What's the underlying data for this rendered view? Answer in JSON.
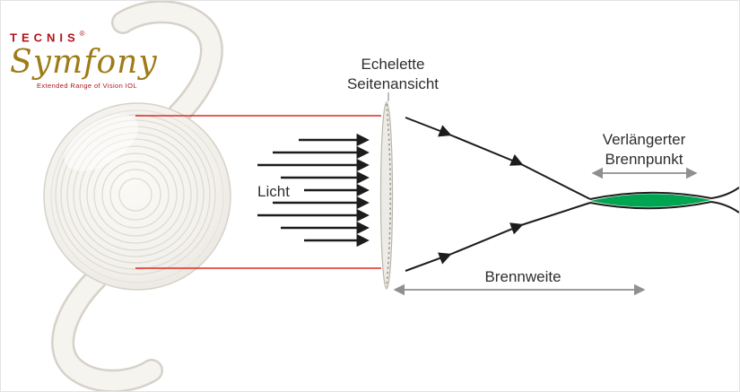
{
  "logo": {
    "brand": "TECNIS",
    "registered": "®",
    "product": "Symfony",
    "tagline": "Extended Range of Vision IOL"
  },
  "labels": {
    "echelette": {
      "line1": "Echelette",
      "line2": "Seitenansicht"
    },
    "light": "Licht",
    "extended_focus": {
      "line1": "Verlängerter",
      "line2": "Brennpunkt"
    },
    "focal_length": "Brennweite"
  },
  "colors": {
    "brand-red": "#b5121b",
    "gold": "#9e7b16",
    "red-line": "#e0281e",
    "ink": "#1c1c1c",
    "gray-arrow": "#8f8f8f",
    "green": "#00a551",
    "lens-fill": "#f4f1ec",
    "lens-inner": "#f6f4ef",
    "lens-edge": "#d6d2ca",
    "ring": "#dedbd3",
    "label": "#2e2e2e"
  }
}
